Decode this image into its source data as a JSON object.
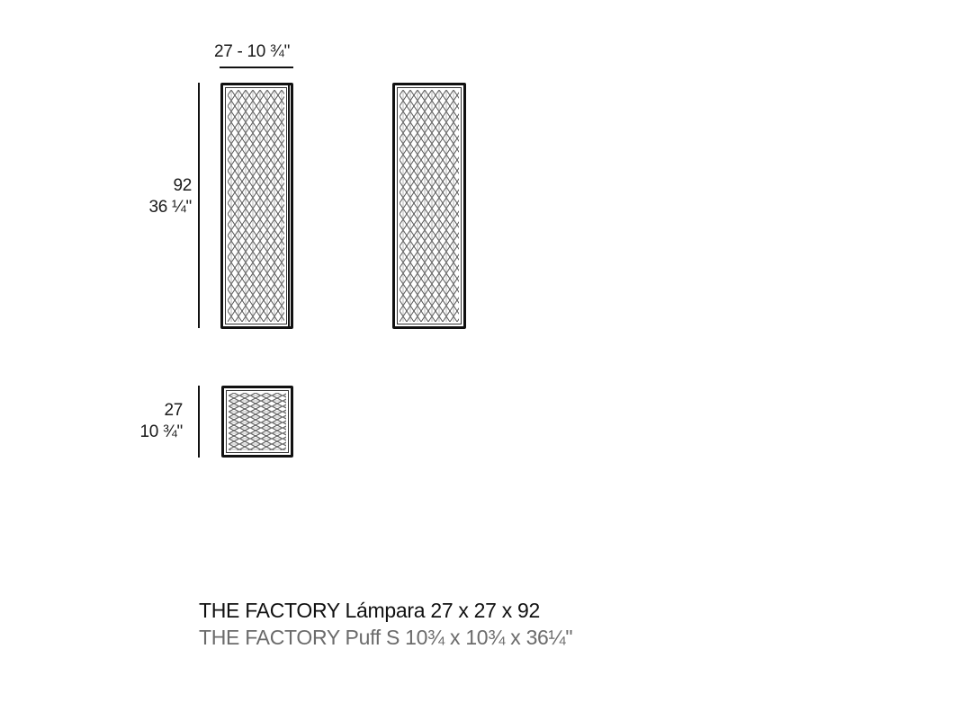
{
  "drawing": {
    "width_dimension": {
      "label": "27 - 10 ¾\""
    },
    "height_dimension": {
      "metric": "92",
      "imperial": "36 ¼\""
    },
    "depth_dimension": {
      "metric": "27",
      "imperial": "10 ¾\""
    },
    "views": [
      {
        "name": "front-view",
        "description": "Lamp front elevation with diamond mesh pattern"
      },
      {
        "name": "side-view",
        "description": "Lamp side elevation with diamond mesh pattern"
      },
      {
        "name": "top-view",
        "description": "Lamp plan view, square with mesh pattern"
      }
    ],
    "line_color": "#111111",
    "mesh_color": "#555555"
  },
  "captions": {
    "primary": "THE FACTORY Lámpara 27 x 27 x 92",
    "secondary": "THE FACTORY Puff S 10¾ x 10¾ x 36¼\""
  }
}
